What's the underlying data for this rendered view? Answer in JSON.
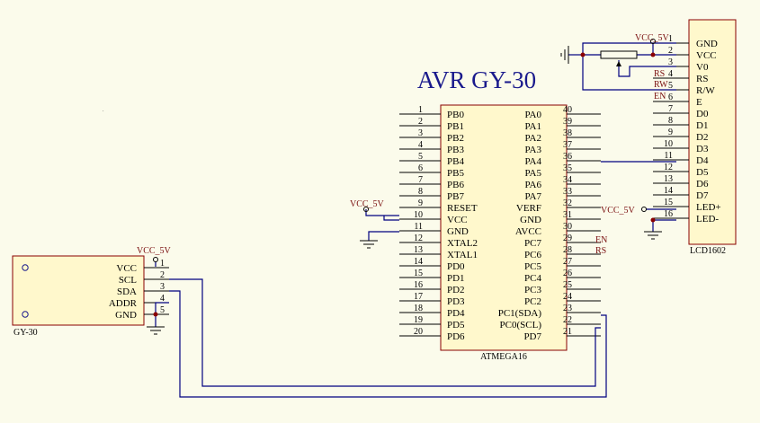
{
  "title": "AVR GY-30",
  "atmega": {
    "name": "ATMEGA16",
    "left_pins": [
      {
        "num": "1",
        "name": "PB0"
      },
      {
        "num": "2",
        "name": "PB1"
      },
      {
        "num": "3",
        "name": "PB2"
      },
      {
        "num": "4",
        "name": "PB3"
      },
      {
        "num": "5",
        "name": "PB4"
      },
      {
        "num": "6",
        "name": "PB5"
      },
      {
        "num": "7",
        "name": "PB6"
      },
      {
        "num": "8",
        "name": "PB7"
      },
      {
        "num": "9",
        "name": "RESET"
      },
      {
        "num": "10",
        "name": "VCC"
      },
      {
        "num": "11",
        "name": "GND"
      },
      {
        "num": "12",
        "name": "XTAL2"
      },
      {
        "num": "13",
        "name": "XTAL1"
      },
      {
        "num": "14",
        "name": "PD0"
      },
      {
        "num": "15",
        "name": "PD1"
      },
      {
        "num": "16",
        "name": "PD2"
      },
      {
        "num": "17",
        "name": "PD3"
      },
      {
        "num": "18",
        "name": "PD4"
      },
      {
        "num": "19",
        "name": "PD5"
      },
      {
        "num": "20",
        "name": "PD6"
      }
    ],
    "right_pins": [
      {
        "num": "40",
        "name": "PA0"
      },
      {
        "num": "39",
        "name": "PA1"
      },
      {
        "num": "38",
        "name": "PA2"
      },
      {
        "num": "37",
        "name": "PA3"
      },
      {
        "num": "36",
        "name": "PA4"
      },
      {
        "num": "35",
        "name": "PA5"
      },
      {
        "num": "34",
        "name": "PA6"
      },
      {
        "num": "33",
        "name": "PA7"
      },
      {
        "num": "32",
        "name": "VERF"
      },
      {
        "num": "31",
        "name": "GND"
      },
      {
        "num": "30",
        "name": "AVCC"
      },
      {
        "num": "29",
        "name": "PC7"
      },
      {
        "num": "28",
        "name": "PC6"
      },
      {
        "num": "27",
        "name": "PC5"
      },
      {
        "num": "26",
        "name": "PC4"
      },
      {
        "num": "25",
        "name": "PC3"
      },
      {
        "num": "24",
        "name": "PC2"
      },
      {
        "num": "23",
        "name": "PC1(SDA)"
      },
      {
        "num": "22",
        "name": "PC0(SCL)"
      },
      {
        "num": "21",
        "name": "PD7"
      }
    ]
  },
  "lcd": {
    "name": "LCD1602",
    "pins": [
      {
        "num": "1",
        "name": "GND"
      },
      {
        "num": "2",
        "name": "VCC"
      },
      {
        "num": "3",
        "name": "V0"
      },
      {
        "num": "4",
        "name": "RS"
      },
      {
        "num": "5",
        "name": "R/W"
      },
      {
        "num": "6",
        "name": "E"
      },
      {
        "num": "7",
        "name": "D0"
      },
      {
        "num": "8",
        "name": "D1"
      },
      {
        "num": "9",
        "name": "D2"
      },
      {
        "num": "10",
        "name": "D3"
      },
      {
        "num": "11",
        "name": "D4"
      },
      {
        "num": "12",
        "name": "D5"
      },
      {
        "num": "13",
        "name": "D6"
      },
      {
        "num": "14",
        "name": "D7"
      },
      {
        "num": "15",
        "name": "LED+"
      },
      {
        "num": "16",
        "name": "LED-"
      }
    ]
  },
  "gy30": {
    "name": "GY-30",
    "pins": [
      {
        "num": "1",
        "name": "VCC"
      },
      {
        "num": "2",
        "name": "SCL"
      },
      {
        "num": "3",
        "name": "SDA"
      },
      {
        "num": "4",
        "name": "ADDR"
      },
      {
        "num": "5",
        "name": "GND"
      }
    ]
  },
  "nets": {
    "vcc": "VCC_5V",
    "en": "EN",
    "rs": "RS",
    "rw": "RW"
  }
}
